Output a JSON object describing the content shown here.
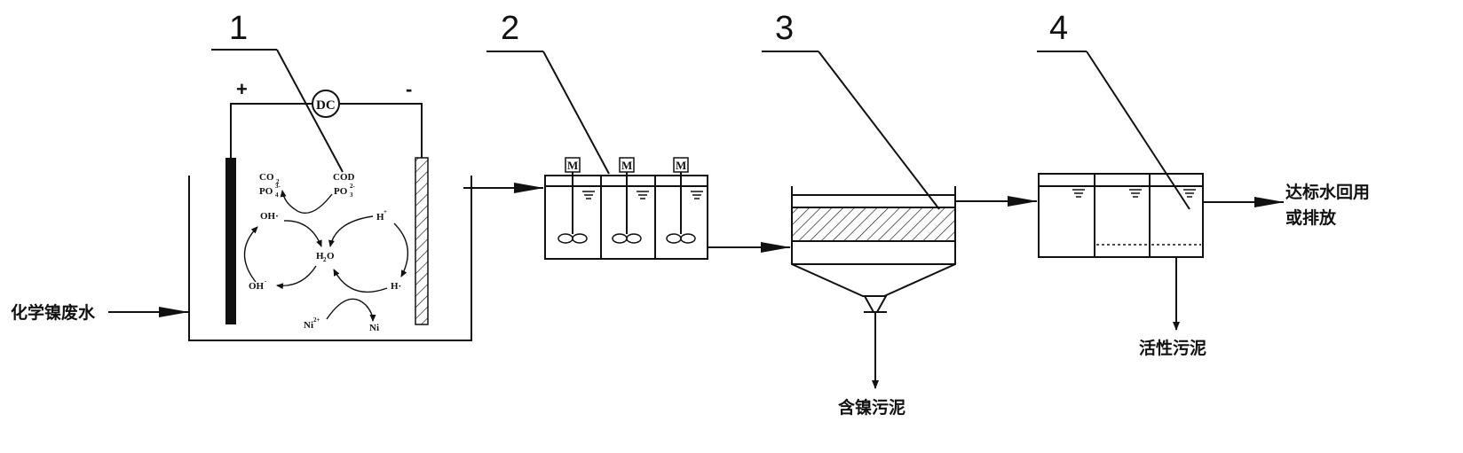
{
  "labels": {
    "unit1": "1",
    "unit2": "2",
    "unit3": "3",
    "unit4": "4",
    "inlet": "化学镍废水",
    "outlet_line1": "达标水回用",
    "outlet_line2": "或排放",
    "sludge_nickel": "含镍污泥",
    "sludge_active": "活性污泥",
    "dc": "DC",
    "plus": "+",
    "minus": "-",
    "motor": "M"
  },
  "chem": {
    "co2": "CO",
    "co2_sub": "2",
    "po4": "PO",
    "po4_sup": "3-",
    "po4_sub": "4",
    "cod": "COD",
    "po3": "PO",
    "po3_sup": "2-",
    "po3_sub": "3",
    "oh_radical": "OH·",
    "oh_minus": "OH",
    "oh_minus_sup": "-",
    "h_plus": "H",
    "h_plus_sup": "+",
    "h_radical": "H·",
    "h2o": "H",
    "h2o_sub": "2",
    "h2o_o": "O",
    "ni2": "Ni",
    "ni2_sup": "2+",
    "ni": "Ni"
  }
}
